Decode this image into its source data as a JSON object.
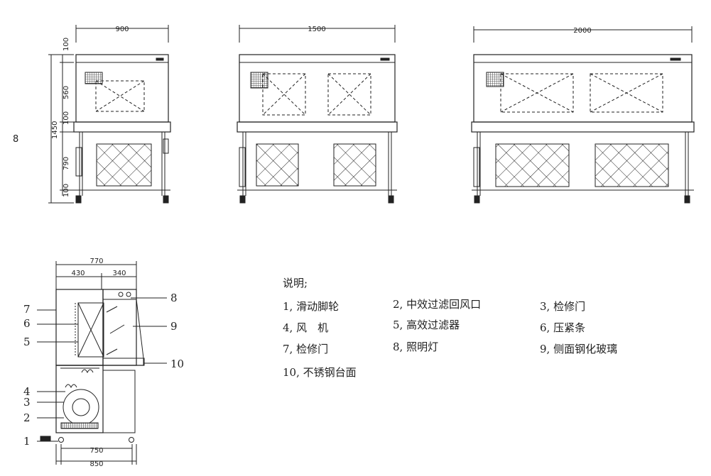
{
  "dimensions": {
    "w900": "900",
    "w1500": "1500",
    "w2000": "2000",
    "h100_top": "100",
    "h560": "560",
    "h100_mid": "100",
    "h1450": "1450",
    "h790": "790",
    "h100_bot": "100",
    "side_770": "770",
    "side_430": "430",
    "side_340": "340",
    "side_750": "750",
    "side_850": "850",
    "stray_8": "8"
  },
  "callouts": [
    "1",
    "2",
    "3",
    "4",
    "5",
    "6",
    "7",
    "8",
    "9",
    "10"
  ],
  "legend": {
    "title": "说明;",
    "items": [
      "1, 滑动脚轮",
      "2, 中效过滤回风口",
      "3, 检修门",
      "4, 风　机",
      "5, 高效过滤器",
      "6, 压紧条",
      "7, 检修门",
      "8, 照明灯",
      "9, 侧面钢化玻璃",
      "10, 不锈钢台面"
    ]
  }
}
